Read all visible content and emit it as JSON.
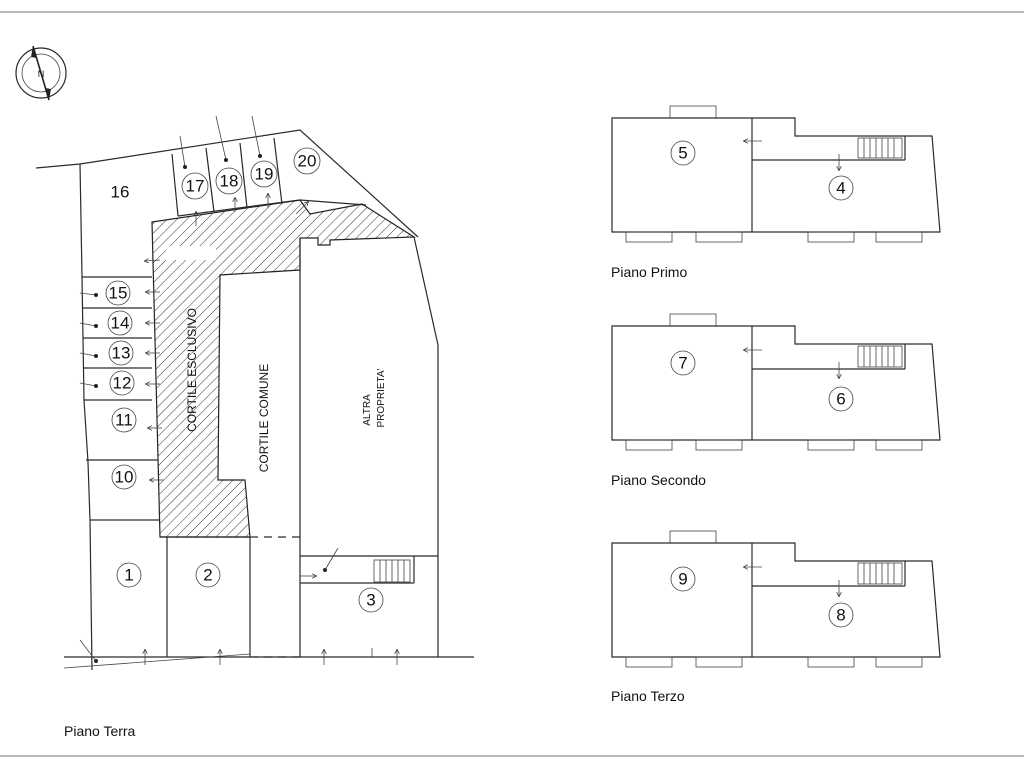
{
  "floors": {
    "ground": "Piano Terra",
    "first": "Piano Primo",
    "second": "Piano Secondo",
    "third": "Piano Terzo"
  },
  "areas": {
    "exclusive_courtyard": "CORTILE ESCLUSIVO",
    "common_courtyard": "CORTILE COMUNE",
    "other_property_line1": "ALTRA",
    "other_property_line2": "PROPRIETA'"
  },
  "compass": {
    "north": "N"
  },
  "units": {
    "u1": "1",
    "u2": "2",
    "u3": "3",
    "u4": "4",
    "u5": "5",
    "u6": "6",
    "u7": "7",
    "u8": "8",
    "u9": "9",
    "u10": "10",
    "u11": "11",
    "u12": "12",
    "u13": "13",
    "u14": "14",
    "u15": "15",
    "u16": "16",
    "u17": "17",
    "u18": "18",
    "u19": "19",
    "u20": "20"
  }
}
